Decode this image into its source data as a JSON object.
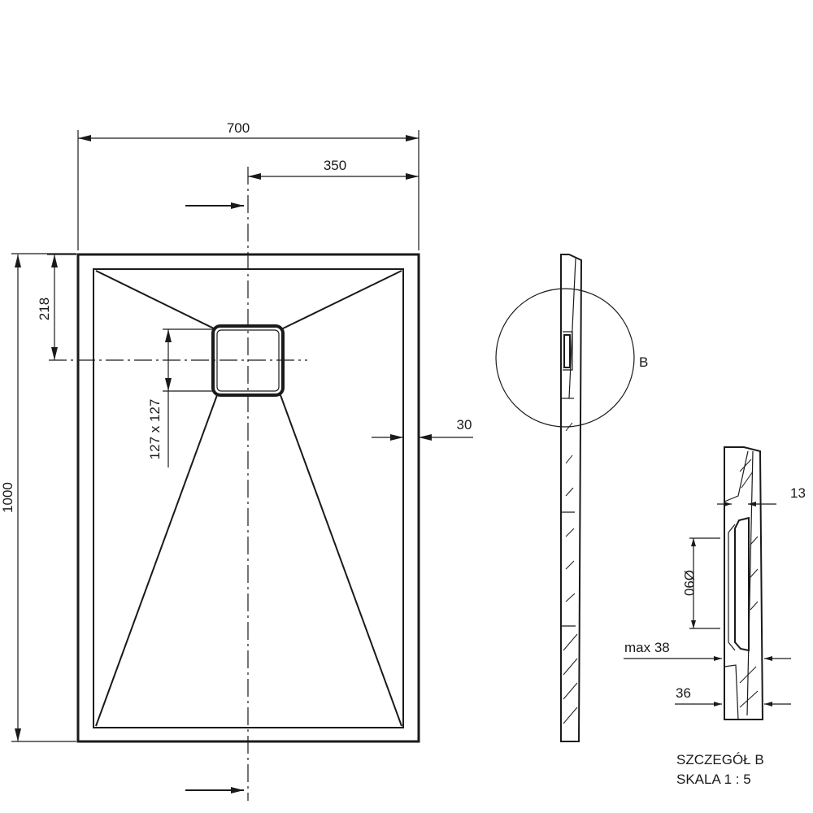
{
  "drawing": {
    "top_view": {
      "width_dim": "700",
      "half_width_dim": "350",
      "drain_offset_dim": "218",
      "length_dim": "1000",
      "drain_size_dim": "127 x 127",
      "rim_dim": "30"
    },
    "side_view": {
      "detail_marker": "B"
    },
    "detail_b": {
      "dim_13": "13",
      "dim_diameter": "Ø90",
      "dim_max": "max 38",
      "dim_36": "36",
      "title": "SZCZEGÓŁ B",
      "scale": "SKALA 1 : 5"
    }
  }
}
